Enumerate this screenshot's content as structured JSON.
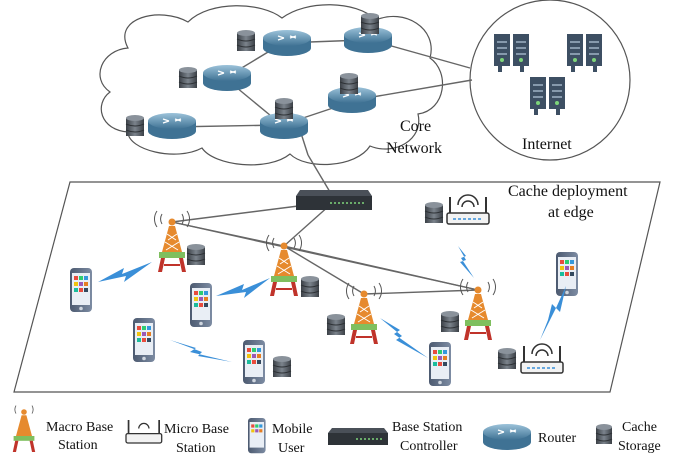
{
  "labels": {
    "core_network_1": "Core",
    "core_network_2": "Network",
    "internet": "Internet",
    "cache_edge_1": "Cache deployment",
    "cache_edge_2": "at edge"
  },
  "legend": {
    "macro_1": "Macro Base",
    "macro_2": "Station",
    "micro_1": "Micro Base",
    "micro_2": "Station",
    "mobile_1": "Mobile",
    "mobile_2": "User",
    "bsc_1": "Base Station",
    "bsc_2": "Controller",
    "router": "Router",
    "cache_1": "Cache",
    "cache_2": "Storage"
  },
  "colors": {
    "router": "#5b8aa8",
    "storage": "#4f555c",
    "tower": "#e68a2e",
    "phone": "#5f6f86",
    "lightning": "#3a8fd8",
    "server": "#3d4f63"
  },
  "icons": [
    "router-icon",
    "cache-storage-icon",
    "server-rack-icon",
    "base-station-controller-icon",
    "macro-base-station-icon",
    "micro-base-station-icon",
    "mobile-user-icon",
    "wireless-link-icon"
  ]
}
